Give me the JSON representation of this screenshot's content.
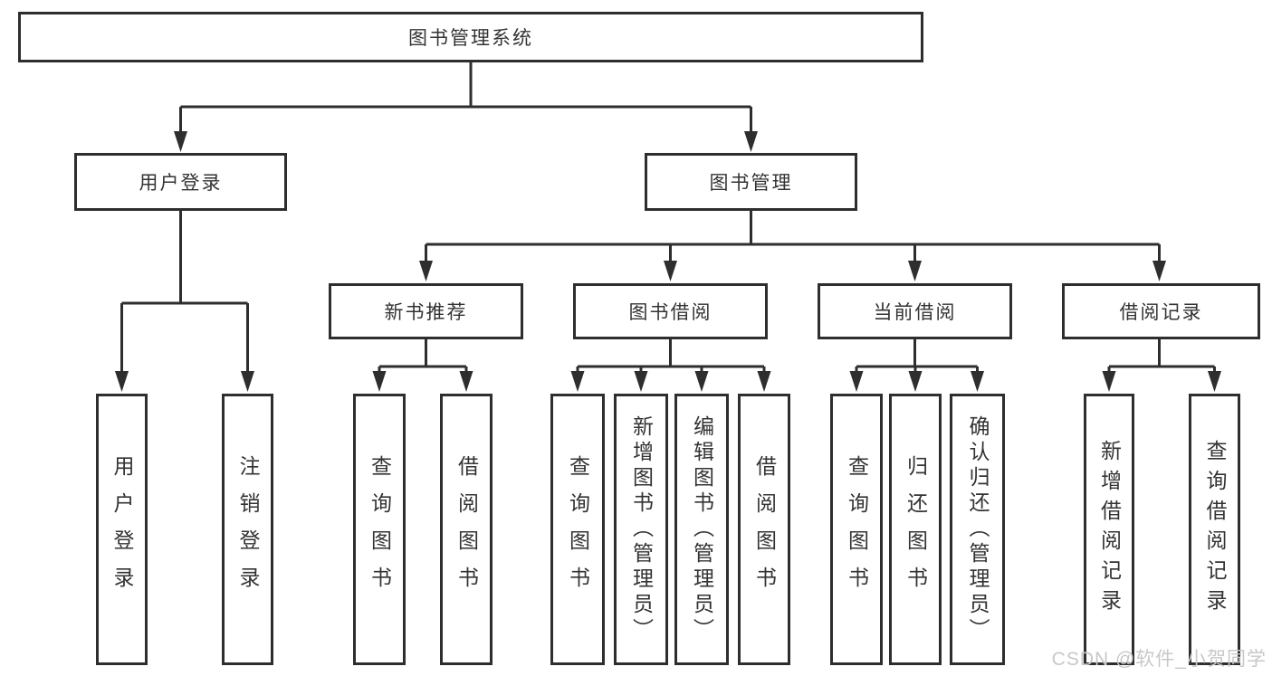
{
  "root": {
    "label": "图书管理系统"
  },
  "branches": [
    {
      "label": "用户登录",
      "children": [
        {
          "label": "用户登录"
        },
        {
          "label": "注销登录"
        }
      ]
    },
    {
      "label": "图书管理",
      "children": [
        {
          "label": "新书推荐",
          "children": [
            {
              "label": "查询图书"
            },
            {
              "label": "借阅图书"
            }
          ]
        },
        {
          "label": "图书借阅",
          "children": [
            {
              "label": "查询图书"
            },
            {
              "label": "新增图书（管理员）"
            },
            {
              "label": "编辑图书（管理员）"
            },
            {
              "label": "借阅图书"
            }
          ]
        },
        {
          "label": "当前借阅",
          "children": [
            {
              "label": "查询图书"
            },
            {
              "label": "归还图书"
            },
            {
              "label": "确认归还（管理员）"
            }
          ]
        },
        {
          "label": "借阅记录",
          "children": [
            {
              "label": "新增借阅记录"
            },
            {
              "label": "查询借阅记录"
            }
          ]
        }
      ]
    }
  ],
  "watermark": "CSDN @软件_小贺同学",
  "colors": {
    "line": "#2e2e2e",
    "text": "#333333",
    "background": "#ffffff",
    "watermark": "#c6c8ca"
  }
}
